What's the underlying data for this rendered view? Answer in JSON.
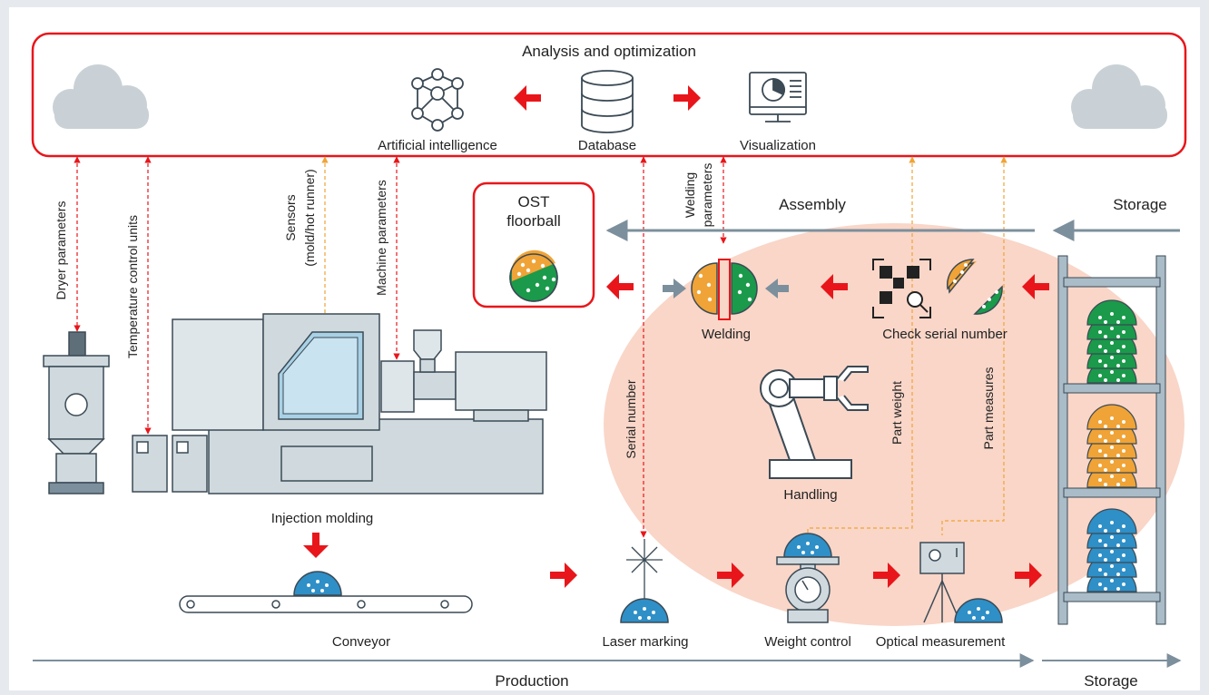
{
  "top_panel": {
    "title": "Analysis and optimization",
    "ai_label": "Artificial intelligence",
    "database_label": "Database",
    "visualization_label": "Visualization"
  },
  "signals": {
    "dryer": "Dryer parameters",
    "temperature": "Temperature control units",
    "sensors_line1": "Sensors",
    "sensors_line2": "(mold/hot runner)",
    "machine": "Machine parameters",
    "welding_line1": "Welding",
    "welding_line2": "parameters",
    "serial": "Serial number",
    "part_weight": "Part weight",
    "part_measures": "Part measures"
  },
  "product": {
    "line1": "OST",
    "line2": "floorball"
  },
  "stations": {
    "assembly": "Assembly",
    "storage_top": "Storage",
    "welding": "Welding",
    "check_serial": "Check serial number",
    "handling": "Handling",
    "injection": "Injection molding",
    "conveyor": "Conveyor",
    "laser": "Laser marking",
    "weight": "Weight control",
    "optical": "Optical measurement"
  },
  "bottom": {
    "production": "Production",
    "storage": "Storage"
  },
  "colors": {
    "red": "#e8161b",
    "blue": "#2f8fc7",
    "green": "#1a9a4a",
    "orange": "#f0a336",
    "machine": "#cfd9de",
    "highlight": "#f9d6c8",
    "cloud": "#c9d1d6"
  }
}
